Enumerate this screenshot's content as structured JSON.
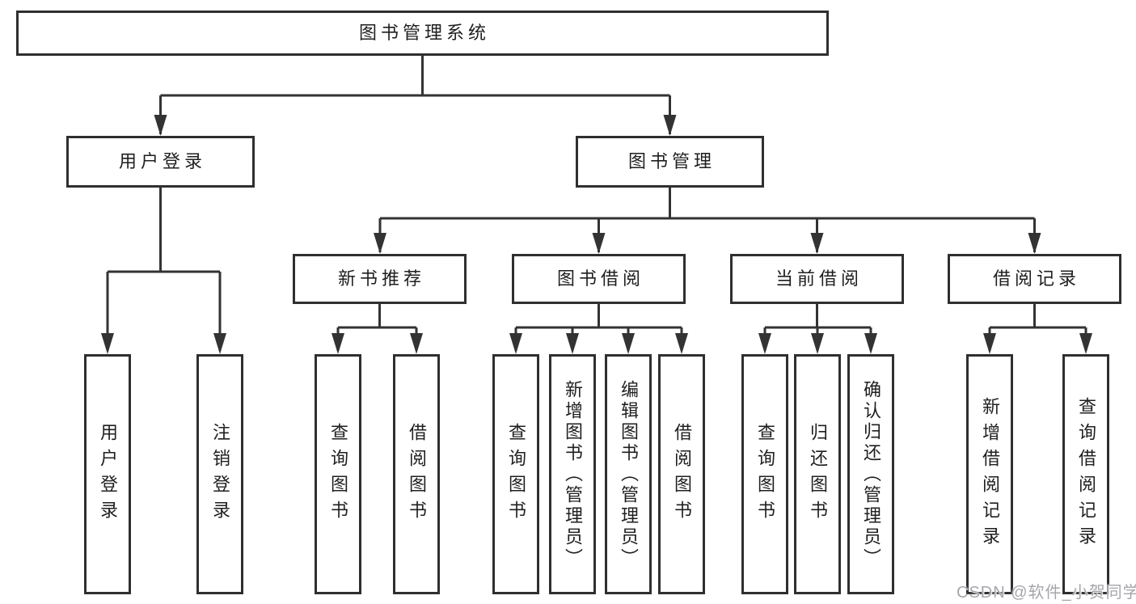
{
  "diagram": {
    "root": {
      "label": "图书管理系统"
    },
    "branches": [
      {
        "label": "用户登录",
        "children": [
          {
            "label": "用户登录"
          },
          {
            "label": "注销登录"
          }
        ]
      },
      {
        "label": "图书管理",
        "children": [
          {
            "label": "新书推荐",
            "children": [
              {
                "label": "查询图书"
              },
              {
                "label": "借阅图书"
              }
            ]
          },
          {
            "label": "图书借阅",
            "children": [
              {
                "label": "查询图书"
              },
              {
                "label": "新增图书（管理员）"
              },
              {
                "label": "编辑图书（管理员）"
              },
              {
                "label": "借阅图书"
              }
            ]
          },
          {
            "label": "当前借阅",
            "children": [
              {
                "label": "查询图书"
              },
              {
                "label": "归还图书"
              },
              {
                "label": "确认归还（管理员）"
              }
            ]
          },
          {
            "label": "借阅记录",
            "children": [
              {
                "label": "新增借阅记录"
              },
              {
                "label": "查询借阅记录"
              }
            ]
          }
        ]
      }
    ]
  },
  "watermark": {
    "text": "CSDN @软件_小贺同学"
  },
  "colors": {
    "line": "#333333",
    "box_border": "#2f2f2f",
    "text": "#1f1f1f",
    "background": "#ffffff",
    "watermark": "#a6a6ab"
  }
}
